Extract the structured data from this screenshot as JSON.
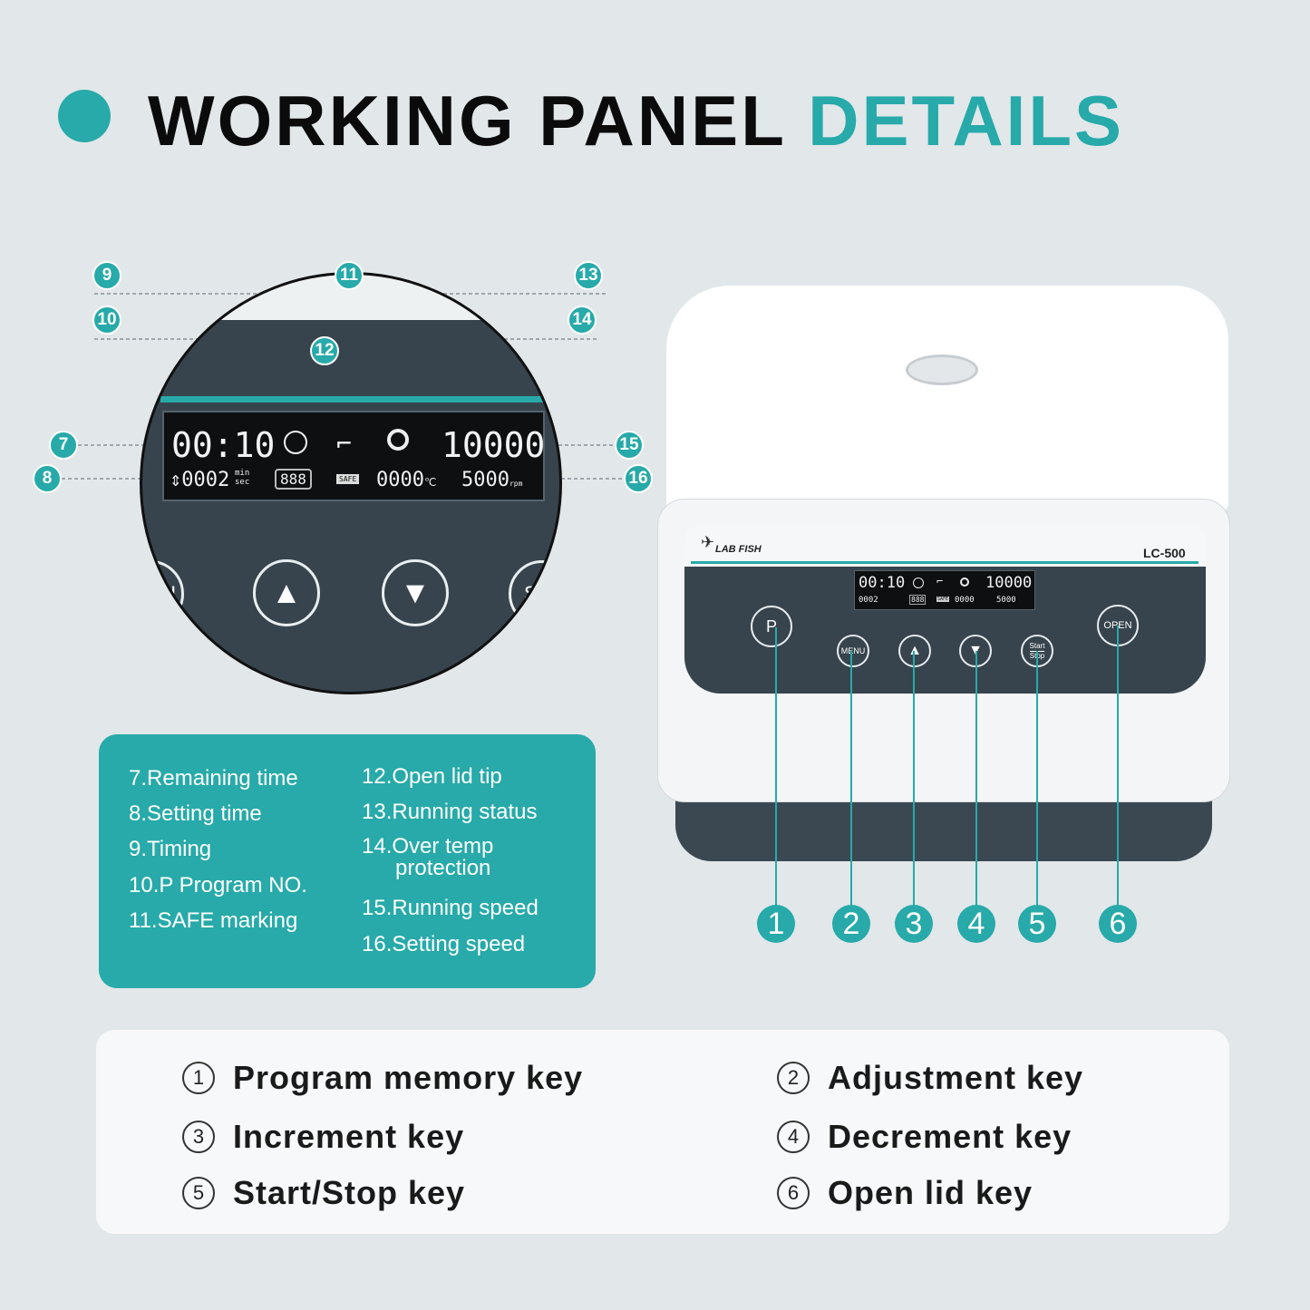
{
  "title": {
    "part1": "WORKING PANEL",
    "part2": "DETAILS"
  },
  "callouts": [
    "7",
    "8",
    "9",
    "10",
    "11",
    "12",
    "13",
    "14",
    "15",
    "16"
  ],
  "zoom_display": {
    "time": "00:10",
    "setting_time": "0002",
    "time_unit_top": "min",
    "time_unit_bottom": "sec",
    "program": "888",
    "safe": "SAFE",
    "temp": "0000",
    "temp_unit": "℃",
    "running_speed": "10000",
    "setting_speed": "5000",
    "speed_unit": "rpm",
    "partial_left": "U",
    "partial_right": "St"
  },
  "legend": {
    "left": [
      "7.Remaining time",
      "8.Setting time",
      "9.Timing",
      "10.P Program NO.",
      "11.SAFE marking"
    ],
    "right": [
      "12.Open lid tip",
      "13.Running status",
      "14.Over temp",
      "protection",
      "15.Running speed",
      "16.Setting speed"
    ]
  },
  "device": {
    "brand": "LAB FISH",
    "model": "LC-500",
    "buttons": {
      "p": "P",
      "menu": "MENU",
      "start": "Start",
      "stop": "Stop",
      "open": "OPEN"
    },
    "numbers": [
      "1",
      "2",
      "3",
      "4",
      "5",
      "6"
    ]
  },
  "keys": [
    {
      "num": "1",
      "label": "Program memory key"
    },
    {
      "num": "2",
      "label": "Adjustment key"
    },
    {
      "num": "3",
      "label": "Increment key"
    },
    {
      "num": "4",
      "label": "Decrement key"
    },
    {
      "num": "5",
      "label": "Start/Stop key"
    },
    {
      "num": "6",
      "label": "Open lid key"
    }
  ],
  "colors": {
    "accent": "#27aaa9",
    "panel": "#37444d",
    "background": "#e2e7ea"
  }
}
